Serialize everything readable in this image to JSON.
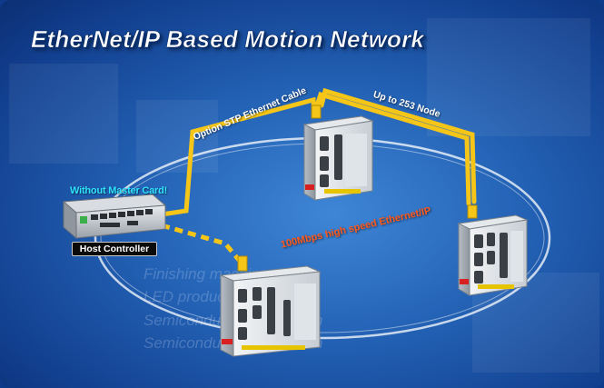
{
  "title": "EtherNet/IP Based Motion Network",
  "cables": {
    "stp_label": "Option STP Ethernet Cable",
    "nodes_label": "Up to 253 Node",
    "speed_label": "100Mbps high speed Ethernet/IP"
  },
  "host": {
    "note": "Without Master Card!",
    "badge": "Host Controller"
  },
  "background_text": [
    "Finishing machine",
    "LED production",
    "Semiconductor production",
    "Semiconductor production"
  ],
  "colors": {
    "cable": "#f5c518",
    "note": "#2fe3ff",
    "speed": "#ff5a1e"
  },
  "devices": [
    {
      "name": "host-controller-device"
    },
    {
      "name": "motion-drive-top"
    },
    {
      "name": "motion-drive-right"
    },
    {
      "name": "motion-drive-bottom"
    }
  ]
}
